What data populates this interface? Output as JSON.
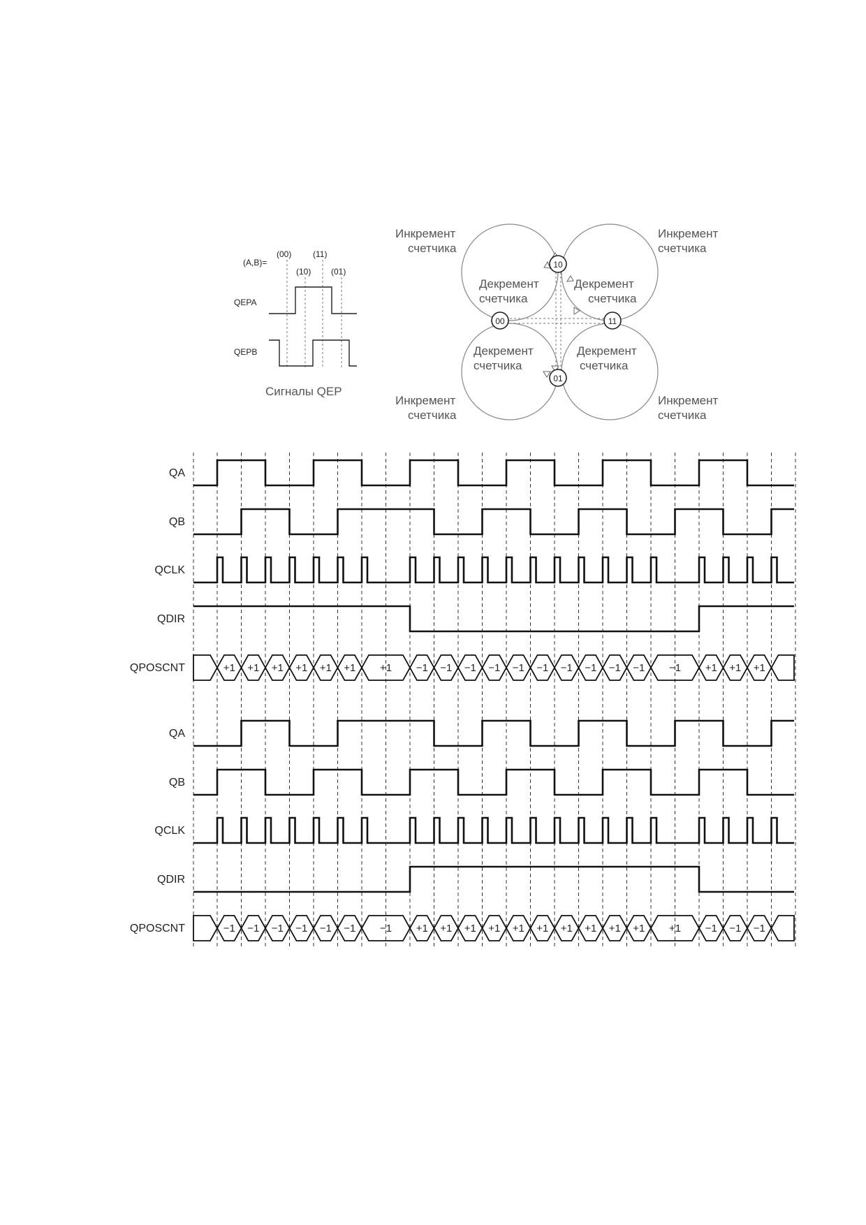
{
  "qep_signals": {
    "ab_label": "(A,B)=",
    "states_top": [
      "(00)",
      "(11)"
    ],
    "states_bottom": [
      "(10)",
      "(01)"
    ],
    "signal_a": "QEPA",
    "signal_b": "QEPB",
    "caption": "Сигналы  QEP"
  },
  "state_diagram": {
    "nodes": [
      "10",
      "00",
      "11",
      "01"
    ],
    "increment_label_line1": "Инкремент",
    "increment_label_line2": "счетчика",
    "decrement_label_line1": "Декремент",
    "decrement_label_line2": "счетчика"
  },
  "timing_forward": {
    "signals": [
      "QA",
      "QB",
      "QCLK",
      "QDIR",
      "QPOSCNT"
    ],
    "qposcnt_values": [
      "+1",
      "+1",
      "+1",
      "+1",
      "+1",
      "+1",
      "+1",
      "−1",
      "−1",
      "−1",
      "−1",
      "−1",
      "−1",
      "−1",
      "−1",
      "−1",
      "−1",
      "−1",
      "+1",
      "+1",
      "+1"
    ]
  },
  "timing_reverse": {
    "signals": [
      "QA",
      "QB",
      "QCLK",
      "QDIR",
      "QPOSCNT"
    ],
    "qposcnt_values": [
      "−1",
      "−1",
      "−1",
      "−1",
      "−1",
      "−1",
      "−1",
      "+1",
      "+1",
      "+1",
      "+1",
      "+1",
      "+1",
      "+1",
      "+1",
      "+1",
      "+1",
      "+1",
      "−1",
      "−1",
      "−1"
    ]
  },
  "colors": {
    "ink": "#111111",
    "circle": "#888888",
    "background": "#ffffff"
  }
}
